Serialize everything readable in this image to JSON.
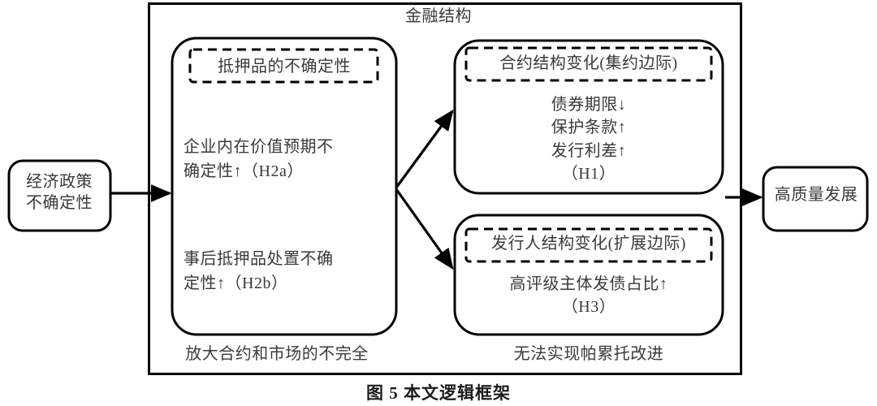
{
  "figure": {
    "caption": "图 5  本文逻辑框架",
    "frame_title": "金融结构"
  },
  "nodes": {
    "source": {
      "label": "经济政策\n不确定性"
    },
    "outcome": {
      "label": "高质量发展"
    },
    "mechanism": {
      "dashed_header": "抵押品的不确定性",
      "item_1": "企业内在价值预期不\n确定性↑（H2a）",
      "item_2": "事后抵押品处置不确\n定性↑（H2b）"
    },
    "intensive_margin": {
      "dashed_header": "合约结构变化(集约边际)",
      "body": "债券期限↓\n保护条款↑\n发行利差↑\n（H1）"
    },
    "extensive_margin": {
      "dashed_header": "发行人结构变化(扩展边际)",
      "body": "高评级主体发债占比↑\n（H3）"
    }
  },
  "notes": {
    "left": "放大合约和市场的不完全",
    "right": "无法实现帕累托改进"
  },
  "colors": {
    "stroke": "#000000",
    "text": "#3a3a3c",
    "caption_text": "#1c1c1e",
    "background": "#ffffff"
  }
}
